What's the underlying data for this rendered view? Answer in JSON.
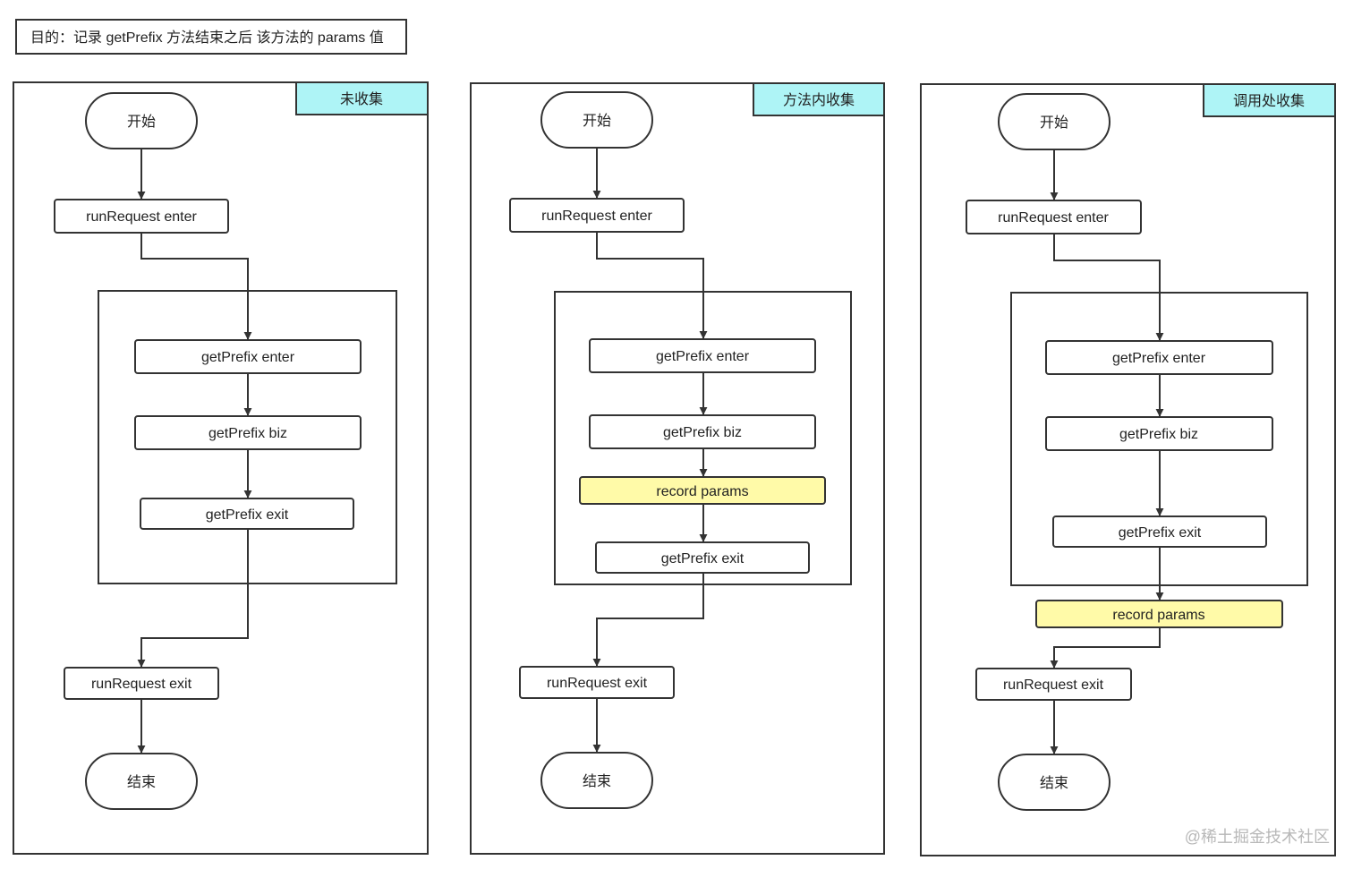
{
  "title": "目的：记录 getPrefix 方法结束之后 该方法的 params 值",
  "watermark": "@稀土掘金技术社区",
  "colors": {
    "tag_fill": "#aef4f6",
    "highlight_fill": "#fffaa8",
    "stroke": "#333333",
    "node_fill": "#ffffff"
  },
  "panels": [
    {
      "tag": "未收集",
      "start": "开始",
      "run_enter": "runRequest enter",
      "gp_enter": "getPrefix enter",
      "gp_biz": "getPrefix biz",
      "gp_exit": "getPrefix exit",
      "run_exit": "runRequest exit",
      "end": "结束"
    },
    {
      "tag": "方法内收集",
      "start": "开始",
      "run_enter": "runRequest enter",
      "gp_enter": "getPrefix enter",
      "gp_biz": "getPrefix biz",
      "record": "record params",
      "gp_exit": "getPrefix exit",
      "run_exit": "runRequest exit",
      "end": "结束"
    },
    {
      "tag": "调用处收集",
      "start": "开始",
      "run_enter": "runRequest enter",
      "gp_enter": "getPrefix enter",
      "gp_biz": "getPrefix biz",
      "gp_exit": "getPrefix exit",
      "record": "record params",
      "run_exit": "runRequest exit",
      "end": "结束"
    }
  ]
}
